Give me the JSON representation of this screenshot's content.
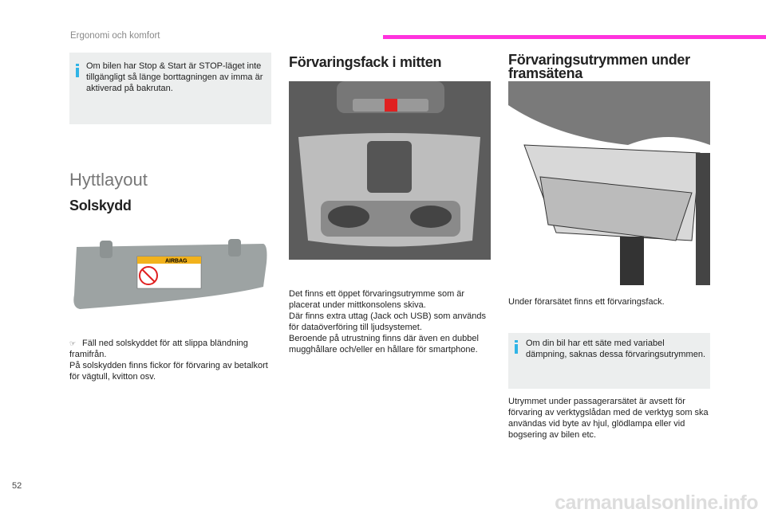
{
  "header": {
    "section": "Ergonomi och komfort",
    "accent_color": "#ff33dd"
  },
  "left": {
    "info": "Om bilen har Stop & Start är STOP-läget inte tillgängligt så länge borttagningen av imma är aktiverad på bakrutan.",
    "section_title": "Hyttlayout",
    "subtitle": "Solskydd",
    "visor_label": "AIRBAG",
    "bullet": "Fäll ned solskyddet för att slippa bländning framifrån.",
    "paragraph": "På solskydden finns fickor för förvaring av betalkort för vägtull, kvitton osv."
  },
  "middle": {
    "title": "Förvaringsfack i mitten",
    "paragraph": "Det finns ett öppet förvaringsutrymme som är placerat under mittkonsolens skiva.\nDär finns extra uttag (Jack och USB) som används för dataöverföring till ljudsystemet.\nBeroende på utrustning finns där även en dubbel mugghållare och/eller en hållare för smartphone."
  },
  "right": {
    "title": "Förvaringsutrymmen under framsätena",
    "paragraph1": "Under förarsätet finns ett förvaringsfack.",
    "info": "Om din bil har ett säte med variabel dämpning, saknas dessa förvaringsutrymmen.",
    "paragraph2": "Utrymmet under passagerarsätet är avsett för förvaring av verktygslådan med de verktyg som ska användas vid byte av hjul, glödlampa eller vid bogsering av bilen etc."
  },
  "footer": {
    "page_number": "52",
    "watermark": "carmanualsonline.info"
  }
}
